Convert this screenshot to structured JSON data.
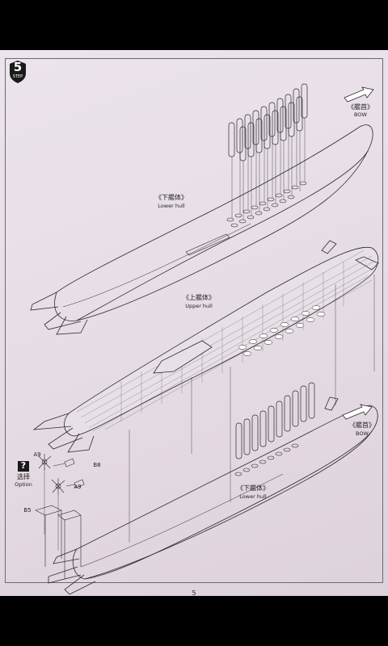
{
  "page": {
    "step_number": "5",
    "step_word": "STEP",
    "page_number": "5"
  },
  "labels": {
    "bow_top_cn": "《艦首》",
    "bow_top_en": "BOW",
    "bow_bottom_cn": "《艦首》",
    "bow_bottom_en": "BOW",
    "lower_hull_top_cn": "《下艦体》",
    "lower_hull_top_en": "Lower hull",
    "upper_hull_cn": "《上艦体》",
    "upper_hull_en": "Upper hull",
    "lower_hull_bottom_cn": "《下艦体》",
    "lower_hull_bottom_en": "Lower hull",
    "option_cn": "选择",
    "option_en": "Option",
    "option_symbol": "?"
  },
  "parts": {
    "a9_top": "A9",
    "b8": "B8",
    "a9_bottom": "A9",
    "b5": "B5"
  },
  "colors": {
    "paper": "#e9e1e9",
    "ink": "#2a2a2a",
    "background": "#000000"
  },
  "icons": [
    "step-badge-icon",
    "bow-arrow-icon",
    "option-question-icon",
    "propeller-icon",
    "missile-tube-icon"
  ]
}
